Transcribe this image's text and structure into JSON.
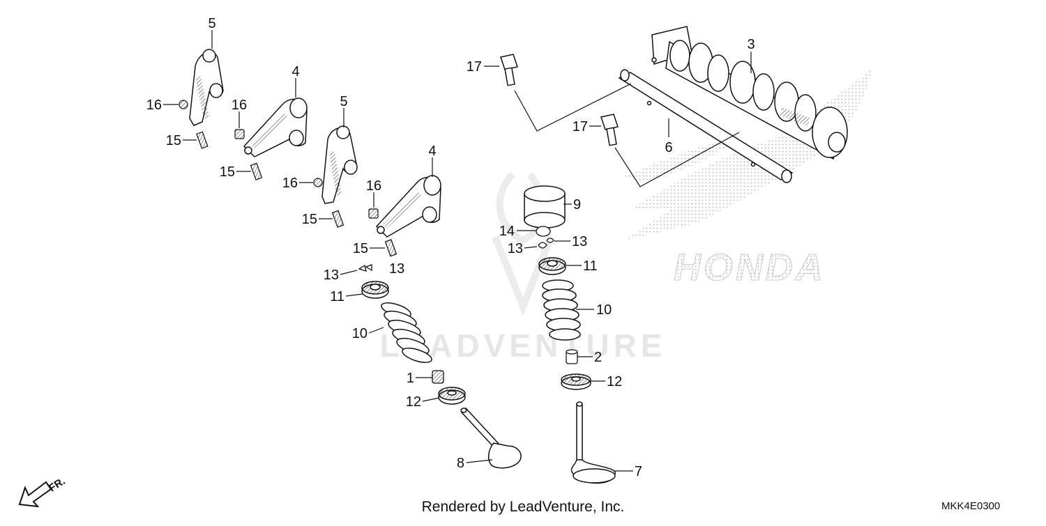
{
  "diagram": {
    "watermark_brand": "HONDA",
    "watermark_vendor": "LEADVENTURE",
    "direction_label": "FR.",
    "footer_credit": "Rendered by LeadVenture, Inc.",
    "diagram_code": "MKK4E0300",
    "colors": {
      "line": "#111111",
      "dots": "#c4c4c4",
      "watermark": "#e2e2e2",
      "hatch": "#555555"
    },
    "callouts": [
      {
        "id": "c-5a",
        "number": "5"
      },
      {
        "id": "c-4a",
        "number": "4"
      },
      {
        "id": "c-5b",
        "number": "5"
      },
      {
        "id": "c-4b",
        "number": "4"
      },
      {
        "id": "c-16a",
        "number": "16"
      },
      {
        "id": "c-16b",
        "number": "16"
      },
      {
        "id": "c-16c",
        "number": "16"
      },
      {
        "id": "c-16d",
        "number": "16"
      },
      {
        "id": "c-15a",
        "number": "15"
      },
      {
        "id": "c-15b",
        "number": "15"
      },
      {
        "id": "c-15c",
        "number": "15"
      },
      {
        "id": "c-15d",
        "number": "15"
      },
      {
        "id": "c-13a",
        "number": "13"
      },
      {
        "id": "c-13b",
        "number": "13"
      },
      {
        "id": "c-13c",
        "number": "13"
      },
      {
        "id": "c-13d",
        "number": "13"
      },
      {
        "id": "c-11a",
        "number": "11"
      },
      {
        "id": "c-11b",
        "number": "11"
      },
      {
        "id": "c-10a",
        "number": "10"
      },
      {
        "id": "c-10b",
        "number": "10"
      },
      {
        "id": "c-1",
        "number": "1"
      },
      {
        "id": "c-2",
        "number": "2"
      },
      {
        "id": "c-12a",
        "number": "12"
      },
      {
        "id": "c-12b",
        "number": "12"
      },
      {
        "id": "c-8",
        "number": "8"
      },
      {
        "id": "c-7",
        "number": "7"
      },
      {
        "id": "c-9",
        "number": "9"
      },
      {
        "id": "c-14",
        "number": "14"
      },
      {
        "id": "c-3",
        "number": "3"
      },
      {
        "id": "c-6",
        "number": "6"
      },
      {
        "id": "c-17a",
        "number": "17"
      },
      {
        "id": "c-17b",
        "number": "17"
      }
    ]
  }
}
